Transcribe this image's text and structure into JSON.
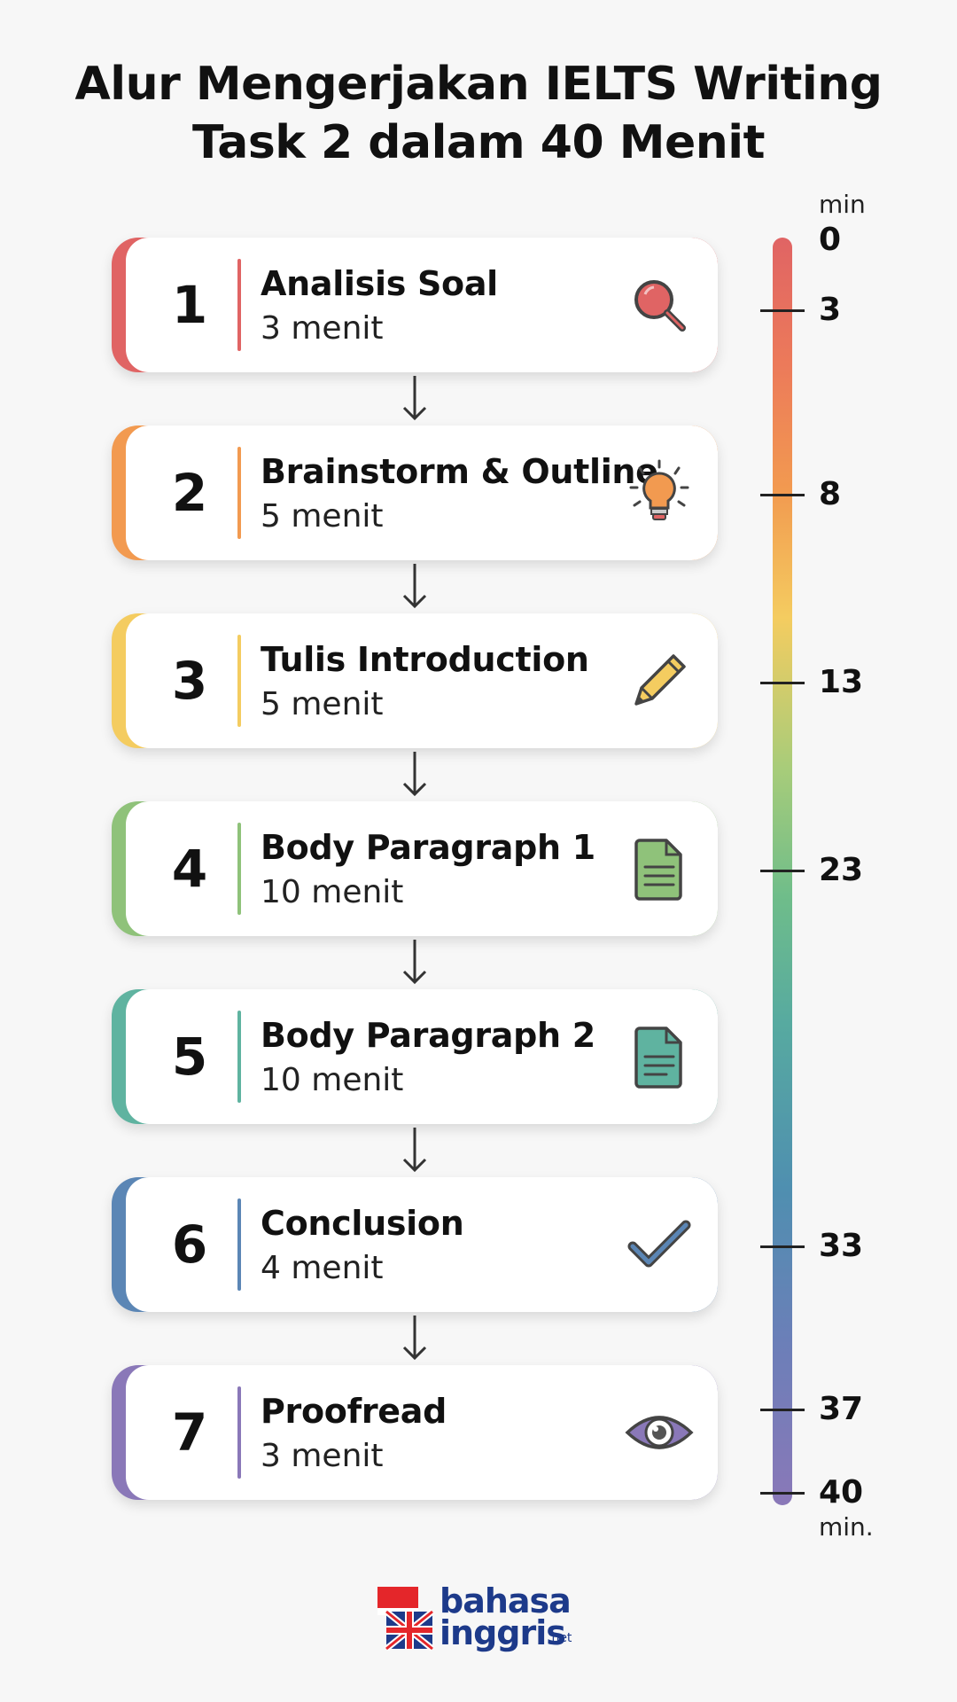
{
  "title": {
    "line1": "Alur Mengerjakan IELTS Writing",
    "line2": "Task 2 dalam 40 Menit"
  },
  "steps": [
    {
      "number": "1",
      "name": "Analisis Soal",
      "duration": "3 menit",
      "color": "#e06464",
      "icon": "magnifier-icon"
    },
    {
      "number": "2",
      "name": "Brainstorm & Outline",
      "duration": "5 menit",
      "color": "#f29a50",
      "icon": "lightbulb-icon"
    },
    {
      "number": "3",
      "name": "Tulis Introduction",
      "duration": "5 menit",
      "color": "#f4cc60",
      "icon": "pencil-icon"
    },
    {
      "number": "4",
      "name": "Body Paragraph 1",
      "duration": "10 menit",
      "color": "#8fc27a",
      "icon": "document-icon"
    },
    {
      "number": "5",
      "name": "Body Paragraph 2",
      "duration": "10 menit",
      "color": "#5fb3a0",
      "icon": "document-icon"
    },
    {
      "number": "6",
      "name": "Conclusion",
      "duration": "4 menit",
      "color": "#5b86b5",
      "icon": "checkmark-icon"
    },
    {
      "number": "7",
      "name": "Proofread",
      "duration": "3 menit",
      "color": "#8a78b8",
      "icon": "eye-icon"
    }
  ],
  "timeline": {
    "unit_top": "min",
    "unit_bottom": "min.",
    "start_label": "0",
    "ticks": [
      "3",
      "8",
      "13",
      "23",
      "33",
      "37",
      "40"
    ]
  },
  "logo": {
    "line1": "bahasa",
    "line2": "inggris",
    "suffix": ".net"
  }
}
